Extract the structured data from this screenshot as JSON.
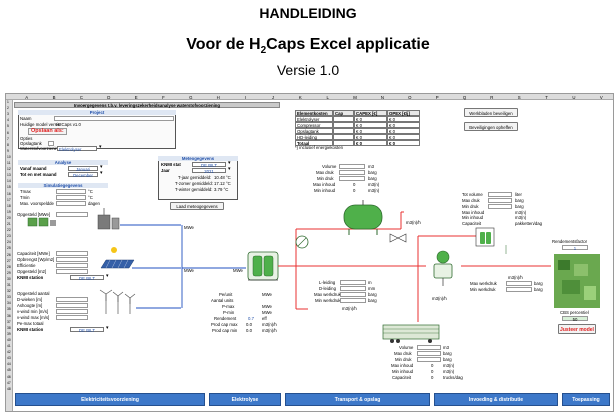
{
  "header": {
    "title": "HANDLEIDING",
    "subtitle_pre": "Voor de H",
    "subtitle_sub": "2",
    "subtitle_post": "Caps Excel applicatie",
    "version": "Versie 1.0"
  },
  "sheet": {
    "col_letters": [
      "A",
      "B",
      "C",
      "D",
      "E",
      "F",
      "G",
      "H",
      "I",
      "J",
      "K",
      "L",
      "M",
      "N",
      "O",
      "P",
      "Q",
      "R",
      "S",
      "T",
      "U",
      "V"
    ],
    "banner": "Invoergegevens t.b.v. leveringszekerheidsanalyse waterstofvoorziening",
    "project": {
      "heading": "Project",
      "naam": "Naam",
      "model_versie": "Huidige model versie",
      "model_versie_val": "H2Caps v1.0",
      "opslaan": "Opslaan als:",
      "opties": "Opties",
      "opslagtank": "Opslagtank",
      "waterstof": "Waterstofvoorziening",
      "waterstof_val": "Elektrolyser"
    },
    "analyse": {
      "heading": "Analyse",
      "vanaf": "Vanaf maand",
      "vanaf_val": "Januari",
      "tot": "Tot en met maand",
      "tot_val": "December"
    },
    "simulatie": {
      "heading": "Simulatiegegevens",
      "tmax": "Tmax",
      "tmin": "Tmin",
      "unit_c": "°C",
      "max": "Max. voorspeldde",
      "unit_dagen": "dagen"
    },
    "meteo": {
      "heading": "Meteogegevens",
      "knmi": "KNMI stat",
      "knmi_val": "DE BILT",
      "jaar": "Jaar",
      "jaar_val": "2021",
      "tjaar": "T-jaar gemiddeld:",
      "tjaar_val": "10.48 °C",
      "tzomer": "T-zomer gemiddeld:",
      "tzomer_val": "17.12 °C",
      "twinter": "T-winter gemiddeld:",
      "twinter_val": "3.79 °C",
      "laad_btn": "Laad meteogegevens"
    },
    "costs": {
      "header": [
        "Elementkosten",
        "Cap",
        "CAPEX [€]",
        "OPEX [€/j]"
      ],
      "rows": [
        {
          "name": "Elektrolyser",
          "cap": "",
          "capex": "€ 0",
          "opex": "€ 0"
        },
        {
          "name": "Compressor",
          "cap": "",
          "capex": "€ 0",
          "opex": "€ 0"
        },
        {
          "name": "Opslagtank",
          "cap": "",
          "capex": "€ 0",
          "opex": "€ 0"
        },
        {
          "name": "HD-leiding",
          "cap": "",
          "capex": "€ 0",
          "opex": "€ 0"
        },
        {
          "name": "Totaal",
          "cap": "",
          "capex": "€ 0",
          "opex": "€ 0"
        }
      ],
      "note": "*) inclusief energiekosten"
    },
    "buttons": {
      "beveiligen": "Werkbladen beveiligen",
      "opheffen": "Beveiligingen opheffen",
      "justeer": "Justeer model"
    },
    "tank": {
      "volume": "Volume",
      "max_druk": "Max druk",
      "min_druk": "Min druk",
      "max_inhoud": "Max inhoud",
      "min_inhoud": "Min inhoud",
      "u_m3": "m3",
      "u_barg": "barg",
      "u_m3n": "m3(n)",
      "v0": "0",
      "v1": "0",
      "v2": "0"
    },
    "right_store": {
      "tot_volume": "Tot volume",
      "max_druk": "Max druk",
      "min_druk": "Min druk",
      "max_inhoud": "Max inhoud",
      "min_inhoud": "Min inhoud",
      "capaciteit": "Capaciteit",
      "u_liter": "liter",
      "u_barg": "barg",
      "u_m3n": "m3(n)",
      "u_pak": "pakketten/dag",
      "rendement": "Rendementsfactor",
      "rendement_val": "1",
      "cbs": "CBS percentiel",
      "cbs_val": "50"
    },
    "wind_solar": {
      "opgesteld": "Opgesteld [MWe]",
      "capaciteit": "Capaciteit [MWe]",
      "opbrengst": "Opbrengst [Wp/m2]",
      "efficientie": "Efficientie",
      "opgesteld_m2": "Opgesteld [m2]",
      "knmi": "KNMI station",
      "knmi_val": "DE BILT",
      "aantal": "Opgesteld aantal",
      "diameter": "D-wieken [m]",
      "ashoogte": "Ashoogte [m]",
      "vwind_min": "v-wind min [m/s]",
      "vwind_max": "v-wind max [m/s]",
      "pe_max": "Pe-max totaal",
      "knmi2": "KNMI station",
      "knmi2_val": "DE BILT",
      "u_mwe": "MWe"
    },
    "electrolyser": {
      "pe_unit": "Pe/unit",
      "aantal": "Aantal units",
      "pmax": "P-max",
      "pmin": "P-min",
      "rendement": "Rendement",
      "rendement_val": "0.7",
      "prod_max": "Prod cap max",
      "prod_min": "Prod cap min",
      "u_mwe": "MWe",
      "u_eff": "eff",
      "u_m3n": "m3(n)/h",
      "prod_max_val": "0.0",
      "prod_min_val": "0.0"
    },
    "pipe": {
      "lleiding": "L-leiding",
      "dleiding": "D-leiding",
      "max_werk": "Max werkdruk",
      "min_werk": "Min werkdruk",
      "u_m": "m",
      "u_mm": "mm",
      "u_barg": "barg",
      "u_m3nh": "m3(n)/h"
    },
    "trailer": {
      "volume": "Volume",
      "max_druk": "Max druk",
      "min_druk": "Min druk",
      "max_inhoud": "Max inhoud",
      "min_inhoud": "Min inhoud",
      "capaciteit": "Capaciteit",
      "u_m3": "m3",
      "u_barg": "barg",
      "u_m3n": "m3(n)",
      "u_trucks": "trucks/dag",
      "v0": "0",
      "v1": "0",
      "v2": "0"
    },
    "dist": {
      "max_werk": "Max werkdruk",
      "min_werk": "Min werkdruk",
      "u_barg": "barg",
      "u_m3nh": "m3(n)/h"
    },
    "h2_label": "H2",
    "tabs": [
      "Elektriciteitsvoorziening",
      "Elektrolyse",
      "Transport & opslag",
      "Invoeding & distributie",
      "Toepassing"
    ]
  },
  "colors": {
    "tab": "#3d78c9",
    "pipe_red": "#e83030",
    "pipe_blue": "#2050c0",
    "tank_green": "#4fb04a",
    "accent_blue": "#1f4ea8"
  }
}
